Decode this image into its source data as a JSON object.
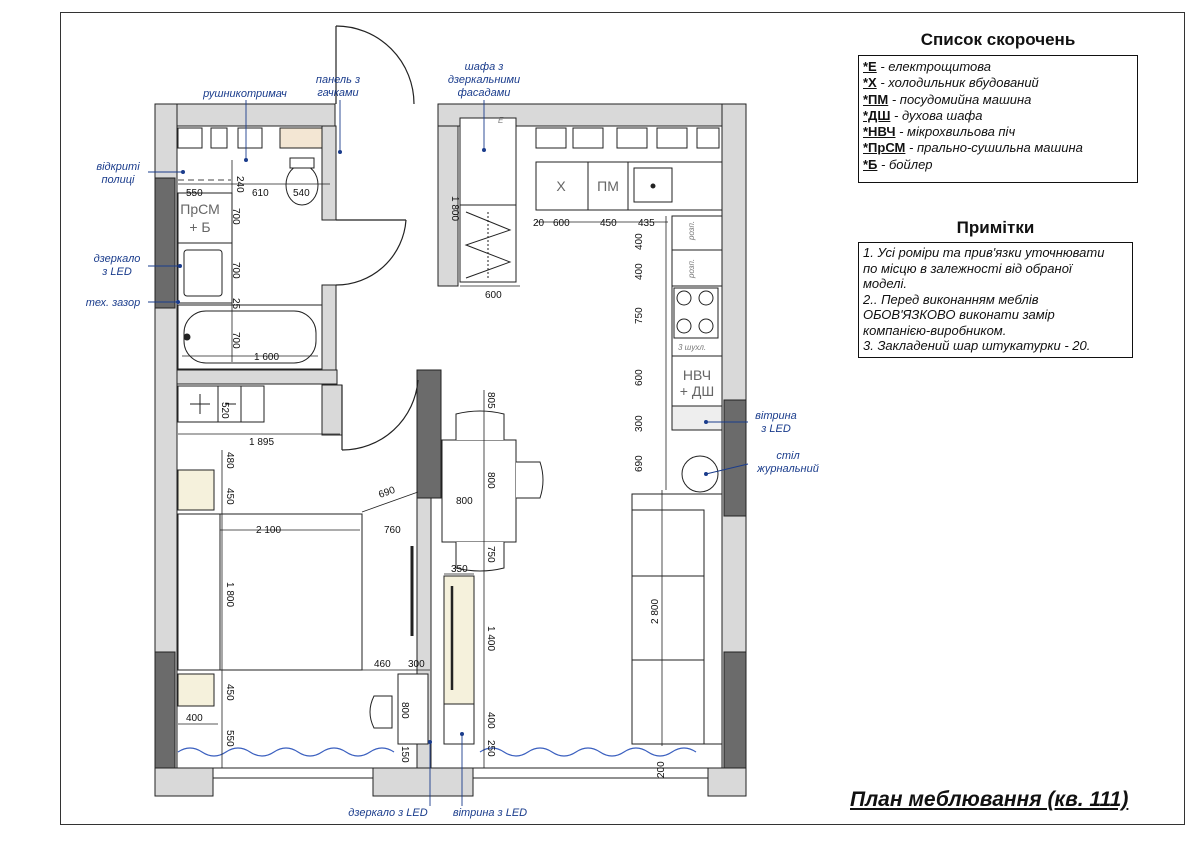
{
  "legend": {
    "title": "Список скорочень",
    "items": [
      {
        "code": "*Е",
        "desc": " - електрощитова"
      },
      {
        "code": "*Х",
        "desc": " - холодильник вбудований"
      },
      {
        "code": "*ПМ",
        "desc": " - посудомийна машина"
      },
      {
        "code": "*ДШ",
        "desc": " - духова шафа"
      },
      {
        "code": "*НВЧ",
        "desc": " - мікрохвильова піч"
      },
      {
        "code": "*ПрСМ",
        "desc": " - прально-сушильна машина"
      },
      {
        "code": "*Б",
        "desc": " - бойлер"
      }
    ]
  },
  "notes": {
    "title": "Примітки",
    "lines": [
      "1. Усі роміри та прив'язки уточнювати",
      "по місцю в залежності від обраної",
      "моделі.",
      "2.. Перед виконанням меблів",
      "ОБОВ'ЯЗКОВО виконати замір",
      "компанією-виробником.",
      "3. Закладений шар штукатурки - 20."
    ]
  },
  "plan_title": "План меблювання (кв. 111)",
  "callouts": {
    "open_shelves": [
      "відкриті",
      "полиці"
    ],
    "towel_holder": "рушникотримач",
    "hook_panel": [
      "панель з",
      "гачками"
    ],
    "mirror_cabinet": [
      "шафа з",
      "дзеркальними",
      "фасадами"
    ],
    "mirror_led": [
      "дзеркало",
      "з LED"
    ],
    "tech_gap": "тех. зазор",
    "vitrine_led_right": [
      "вітрина",
      "з LED"
    ],
    "coffee_table": [
      "стіл",
      "журнальний"
    ],
    "mirror_led_bottom": "дзеркало з LED",
    "vitrine_led_bottom": "вітрина з LED"
  },
  "labels": {
    "e": "Е",
    "washer": [
      "ПрСМ",
      "+ Б"
    ],
    "fridge": "Х",
    "dishwasher": "ПМ",
    "mw_oven": [
      "НВЧ",
      "+ ДШ"
    ],
    "drawers": "3 шухл.",
    "rozp1": "розп.",
    "rozp2": "розп."
  },
  "dims": {
    "d240": "240",
    "d550": "550",
    "d610": "610",
    "d540": "540",
    "d700a": "700",
    "d700b": "700",
    "d700c": "700",
    "d25": "25",
    "d1600": "1 600",
    "d520": "520",
    "d1895": "1 895",
    "d1800a": "1 800",
    "d600": "600",
    "d20": "20",
    "d600b": "600",
    "d450": "450",
    "d435": "435",
    "d400a": "400",
    "d400b": "400",
    "d750": "750",
    "d600c": "600",
    "d300": "300",
    "d690": "690",
    "d805": "805",
    "d800": "800",
    "d800b": "800",
    "d750b": "750",
    "d480": "480",
    "d450b": "450",
    "d690b": "690",
    "d2100": "2 100",
    "d760": "760",
    "d1800b": "1 800",
    "d460": "460",
    "d300b": "300",
    "d450c": "450",
    "d400c": "400",
    "d550b": "550",
    "d800c": "800",
    "d150": "150",
    "d350": "350",
    "d1400": "1 400",
    "d400d": "400",
    "d250": "250",
    "d2800": "2 800",
    "d200": "200"
  }
}
